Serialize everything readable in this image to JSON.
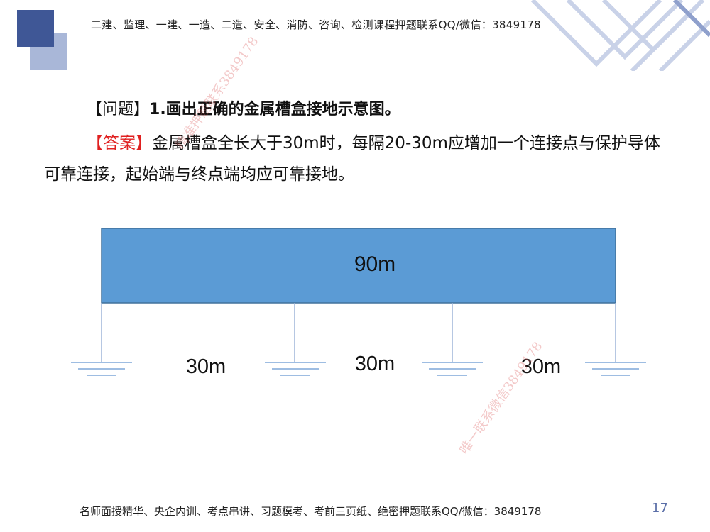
{
  "header": {
    "text": "二建、监理、一建、一造、二造、安全、消防、咨询、检测课程押题联系QQ/微信：3849178"
  },
  "question": {
    "bracket": "【问题】",
    "body": "1.画出正确的金属槽盒接地示意图。"
  },
  "answer": {
    "tag": "【答案】",
    "body": "金属槽盒全长大于30m时，每隔20-30m应增加一个连接点与保护导体可靠连接，起始端与终点端均应可靠接地。"
  },
  "diagram": {
    "box_label": "90m",
    "segment_labels": [
      "30m",
      "30m",
      "30m"
    ],
    "box_color": "#5b9bd5",
    "ground_color": "#7fa7d8"
  },
  "watermarks": [
    "精准押题联系3849178",
    "唯一联系微信3849178"
  ],
  "footer": {
    "text": "名师面授精华、央企内训、考点串讲、习题模考、考前三页纸、绝密押题联系QQ/微信：3849178"
  },
  "page_number": "17"
}
